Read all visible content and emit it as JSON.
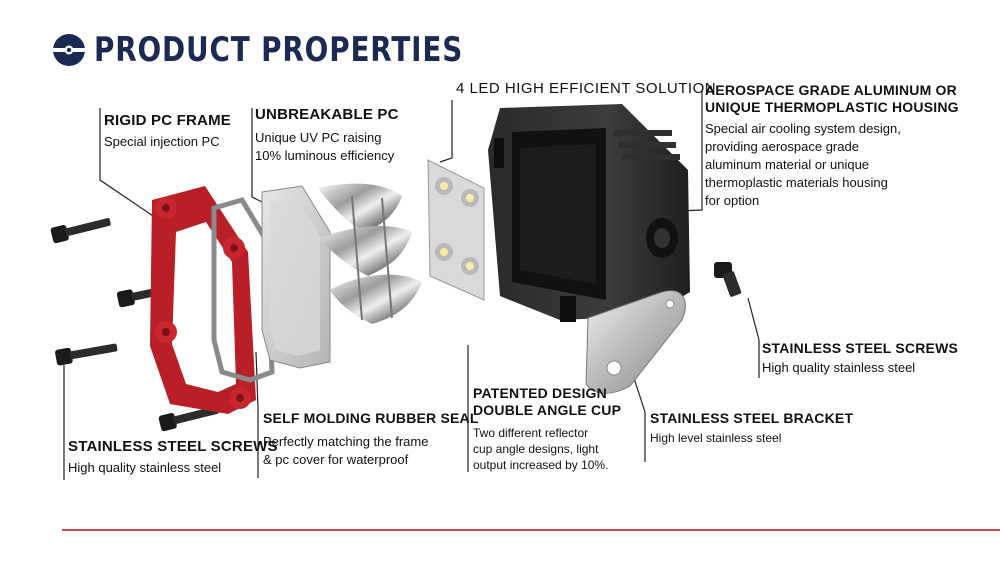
{
  "title": "PRODUCT PROPERTIES",
  "colors": {
    "title": "#1a2a52",
    "accent_line": "#d8474b",
    "frame_red": "#c8252c"
  },
  "labels": {
    "rigid_frame": {
      "heading": "RIGID PC FRAME",
      "desc": "Special injection PC"
    },
    "unbreakable_pc": {
      "heading": "UNBREAKABLE PC",
      "desc_line1": "Unique UV PC raising",
      "desc_line2": "10% luminous efficiency"
    },
    "led": {
      "heading": "4 LED HIGH EFFICIENT SOLUTION"
    },
    "housing": {
      "heading_line1": "AEROSPACE GRADE ALUMINUM OR",
      "heading_line2": "UNIQUE THERMOPLASTIC HOUSING",
      "desc_lines": [
        "Special air cooling system design,",
        "providing aerospace grade",
        "aluminum material or unique",
        "thermoplastic materials housing",
        "for option"
      ]
    },
    "screws_right": {
      "heading": "STAINLESS STEEL SCREWS",
      "desc": "High quality stainless steel"
    },
    "bracket": {
      "heading": "STAINLESS STEEL BRACKET",
      "desc": "High level stainless steel"
    },
    "reflector": {
      "heading_line1": "PATENTED DESIGN",
      "heading_line2": "DOUBLE ANGLE CUP",
      "desc_lines": [
        "Two different reflector",
        "cup angle designs, light",
        "output increased by 10%."
      ]
    },
    "seal": {
      "heading": "SELF MOLDING RUBBER SEAL",
      "desc_line1": "Perfectly matching the frame",
      "desc_line2": "& pc cover for waterproof"
    },
    "screws_left": {
      "heading": "STAINLESS STEEL SCREWS",
      "desc": "High quality stainless steel"
    }
  }
}
